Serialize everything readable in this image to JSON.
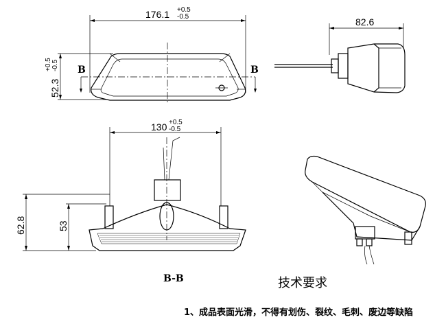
{
  "views": {
    "top": {
      "width_dim": "176.1",
      "width_tol_plus": "+0.5",
      "width_tol_minus": "-0.5",
      "height_dim": "52.3",
      "height_tol_plus": "+0.5",
      "height_tol_minus": "-0.5",
      "section_mark_left": "B",
      "section_mark_right": "B"
    },
    "side": {
      "depth_dim": "82.6"
    },
    "section": {
      "width_dim": "130",
      "width_tol_plus": "+0.5",
      "width_tol_minus": "-0.5",
      "height_dim_total": "62.8",
      "height_dim_body": "53",
      "label": "B-B"
    }
  },
  "notes": {
    "title": "技术要求",
    "items": [
      "1、成品表面光滑，不得有划伤、裂纹、毛刺、废边等缺陷"
    ]
  }
}
